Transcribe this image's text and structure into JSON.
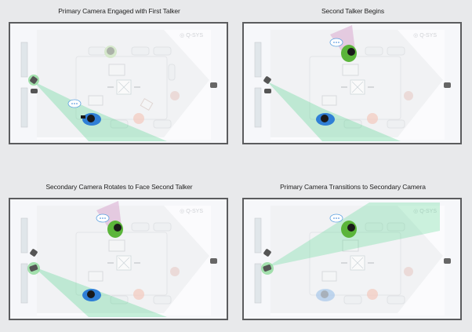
{
  "diagram": {
    "panels": [
      {
        "id": "p1",
        "title": "Primary Camera Engaged with First Talker",
        "active_talker": "first",
        "active_camera": "primary",
        "beam": "primary-to-first",
        "second_talker_beam": false
      },
      {
        "id": "p2",
        "title": "Second Talker Begins",
        "active_talker": "second",
        "active_camera": "primary",
        "beam": "primary-to-first",
        "second_talker_beam": true
      },
      {
        "id": "p3",
        "title": "Secondary Camera Rotates to Face Second Talker",
        "active_talker": "second",
        "active_camera": "primary",
        "beam": "primary-to-first",
        "second_talker_beam": true
      },
      {
        "id": "p4",
        "title": "Primary Camera Transitions to Secondary Camera",
        "active_talker": "second",
        "active_camera": "secondary",
        "beam": "secondary-to-second",
        "second_talker_beam": false
      }
    ],
    "watermark": "Q-SYS",
    "colors": {
      "background": "#e8e9eb",
      "frame_border": "#5b5c5e",
      "room_fill": "#f6f7fa",
      "beam_green": "#3ad27f",
      "highlight_ring": "#8fd99a",
      "talker1_shirt": "#2f7fd6",
      "talker2_shirt": "#5bb53a",
      "speech_beam_pink": "#d9a9cf",
      "hair": "#1a1a1a"
    }
  }
}
